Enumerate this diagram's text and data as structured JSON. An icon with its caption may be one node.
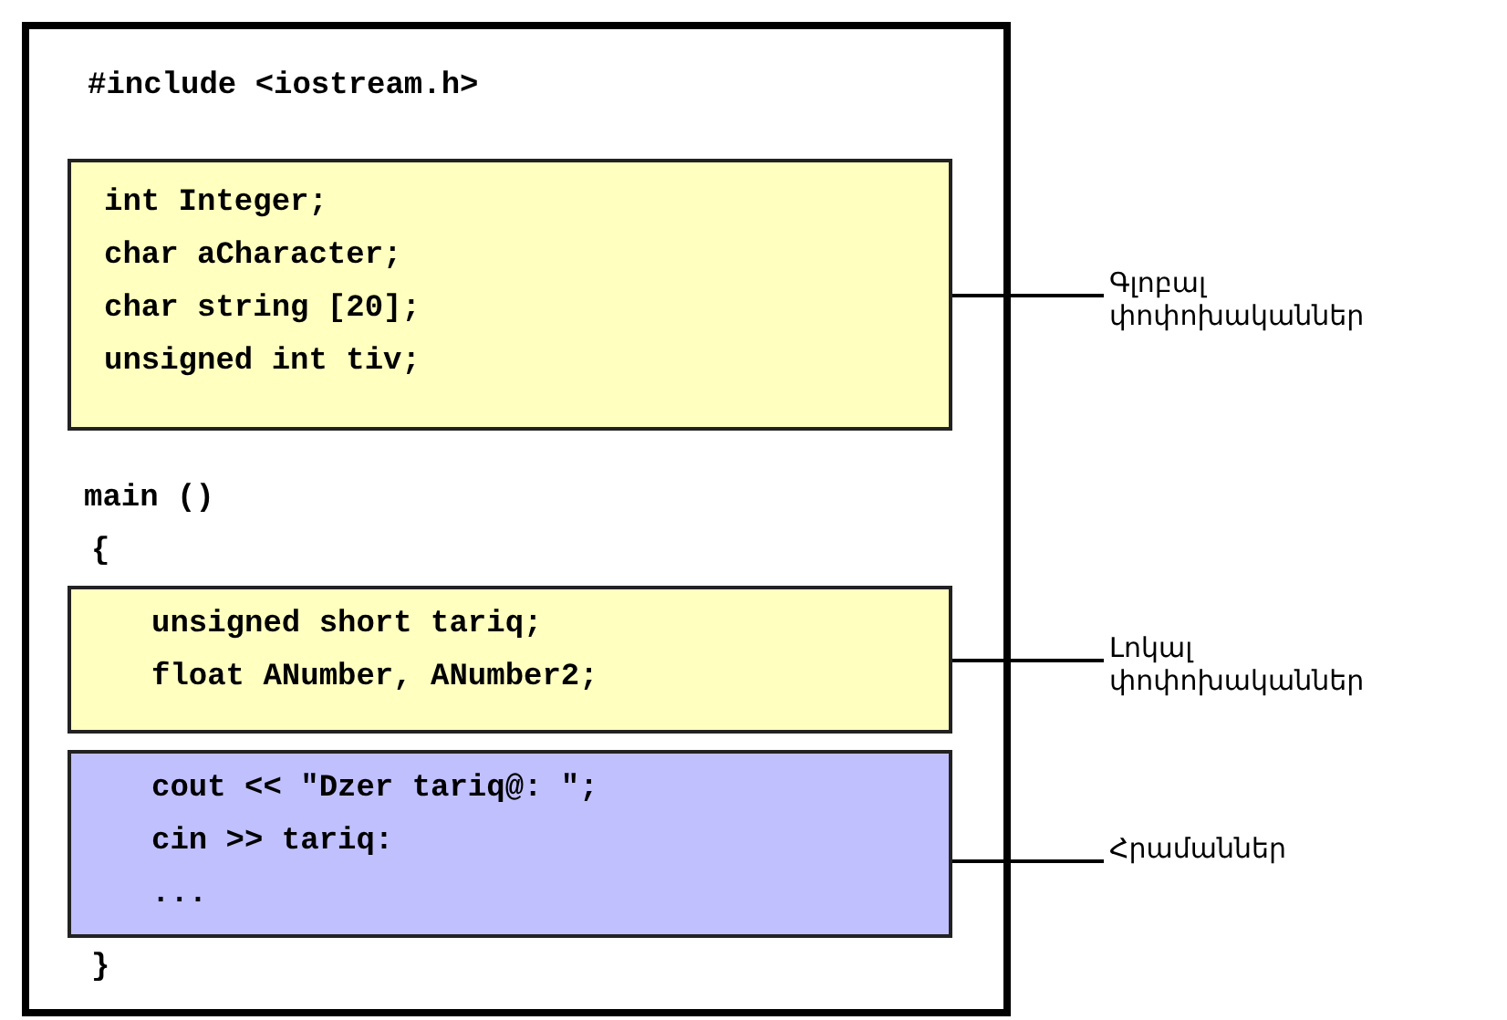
{
  "diagram": {
    "nodes": [
      {
        "text": [
          "#include <iostream.h>",
          "main ()",
          "{",
          "}"
        ]
      },
      {
        "text": [
          "int Integer;",
          "char aCharacter;",
          "char string [20];",
          "unsigned int tiv;"
        ],
        "in": 0
      },
      {
        "text": [
          "unsigned short tariq;",
          "float ANumber, ANumber2;"
        ],
        "in": 0
      },
      {
        "text": [
          "cout << \"Dzer tariq@: \";",
          "cin >> tariq:",
          "..."
        ],
        "in": 0
      },
      {
        "text": [
          "Գլոբալ փոփոխականներ"
        ]
      },
      {
        "text": [
          "Լոկալ փոփոխականներ"
        ]
      },
      {
        "text": [
          "Հրամաններ"
        ]
      }
    ],
    "edges": [
      {
        "from": 4,
        "to": 1,
        "arrow": "none"
      },
      {
        "from": 5,
        "to": 2,
        "arrow": "none"
      },
      {
        "from": 6,
        "to": 3,
        "arrow": "none"
      }
    ]
  }
}
